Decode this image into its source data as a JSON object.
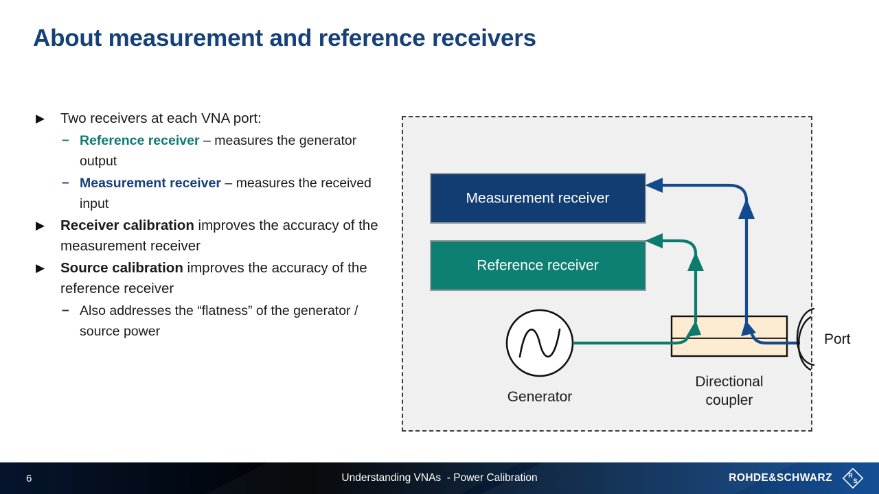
{
  "slide": {
    "title": "About measurement and reference receivers",
    "title_color": "#164078",
    "accent_teal": "#0d7a6e",
    "accent_navy": "#164078"
  },
  "bullets": [
    {
      "level": 1,
      "marker": "▶",
      "marker_color": "#111111",
      "segments": [
        {
          "text": "Two receivers at each VNA port:",
          "bold": false,
          "color": "#1a1a1a"
        }
      ]
    },
    {
      "level": 2,
      "marker": "–",
      "marker_color": "#0d7a6e",
      "segments": [
        {
          "text": "Reference receiver",
          "bold": true,
          "color": "#0d7a6e"
        },
        {
          "text": " – measures the generator output",
          "bold": false,
          "color": "#1a1a1a"
        }
      ]
    },
    {
      "level": 2,
      "marker": "–",
      "marker_color": "#164078",
      "segments": [
        {
          "text": "Measurement receiver",
          "bold": true,
          "color": "#164078"
        },
        {
          "text": " – measures the received input",
          "bold": false,
          "color": "#1a1a1a"
        }
      ]
    },
    {
      "level": 1,
      "marker": "▶",
      "marker_color": "#111111",
      "segments": [
        {
          "text": "Receiver calibration",
          "bold": true,
          "color": "#1a1a1a"
        },
        {
          "text": " improves the accuracy of the measurement receiver",
          "bold": false,
          "color": "#1a1a1a"
        }
      ]
    },
    {
      "level": 1,
      "marker": "▶",
      "marker_color": "#111111",
      "segments": [
        {
          "text": "Source calibration",
          "bold": true,
          "color": "#1a1a1a"
        },
        {
          "text": " improves the accuracy of the reference receiver",
          "bold": false,
          "color": "#1a1a1a"
        }
      ]
    },
    {
      "level": 2,
      "marker": "–",
      "marker_color": "#333333",
      "segments": [
        {
          "text": "Also addresses the “flatness” of the generator / source power",
          "bold": false,
          "color": "#1a1a1a"
        }
      ]
    }
  ],
  "diagram": {
    "background": "#f0f0f0",
    "border_style": "dashed",
    "measurement_receiver": {
      "label": "Measurement receiver",
      "fill": "#123d73",
      "text_color": "#ffffff"
    },
    "reference_receiver": {
      "label": "Reference receiver",
      "fill": "#0d8073",
      "text_color": "#ffffff"
    },
    "generator": {
      "label": "Generator",
      "symbol": "sine-wave",
      "fill": "#ffffff",
      "stroke": "#111111"
    },
    "directional_coupler": {
      "label_line1": "Directional",
      "label_line2": "coupler",
      "fill": "#fdecd2",
      "stroke": "#111111"
    },
    "port": {
      "label": "Port",
      "symbol": "connector-arc"
    },
    "signal_paths": [
      {
        "name": "reference-path",
        "color": "#0d7a6e",
        "from": "Generator",
        "through": "Directional coupler",
        "to": "Reference receiver"
      },
      {
        "name": "measurement-path",
        "color": "#134a8e",
        "from": "Port",
        "through": "Directional coupler",
        "to": "Measurement receiver"
      }
    ]
  },
  "footer": {
    "page_number": "6",
    "title": "Understanding VNAs  - Power Calibration",
    "brand": "ROHDE&SCHWARZ",
    "logo_letters": [
      "R",
      "S"
    ],
    "background_left": "#071c3c",
    "background_right": "#14508f"
  }
}
